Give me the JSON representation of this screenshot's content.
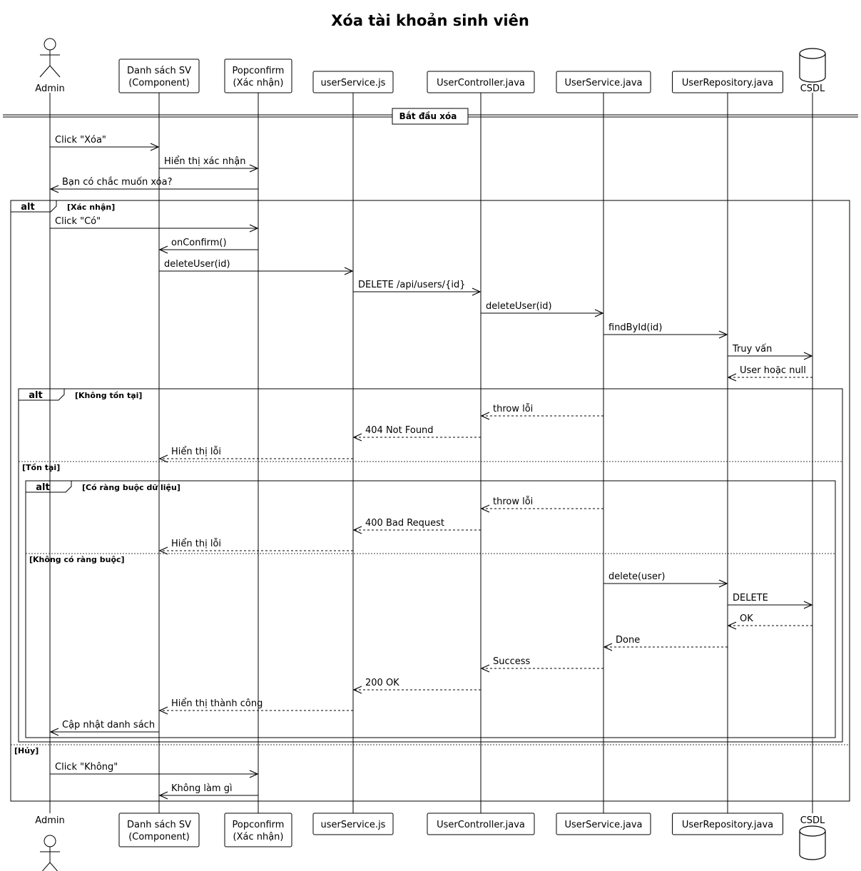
{
  "title": "Xóa tài khoản sinh viên",
  "participants": [
    {
      "kind": "actor",
      "lines": [
        "Admin"
      ]
    },
    {
      "kind": "box",
      "lines": [
        "Danh sách SV",
        "(Component)"
      ]
    },
    {
      "kind": "box",
      "lines": [
        "Popconfirm",
        "(Xác nhận)"
      ]
    },
    {
      "kind": "box",
      "lines": [
        "userService.js"
      ]
    },
    {
      "kind": "box",
      "lines": [
        "UserController.java"
      ]
    },
    {
      "kind": "box",
      "lines": [
        "UserService.java"
      ]
    },
    {
      "kind": "box",
      "lines": [
        "UserRepository.java"
      ]
    },
    {
      "kind": "database",
      "lines": [
        "CSDL"
      ]
    }
  ],
  "divider": "Bắt đầu xóa",
  "messages": [
    {
      "from": 0,
      "to": 1,
      "text": "Click \"Xóa\"",
      "dashed": false
    },
    {
      "from": 1,
      "to": 2,
      "text": "Hiển thị xác nhận",
      "dashed": false
    },
    {
      "from": 2,
      "to": 0,
      "text": "Bạn có chắc muốn xóa?",
      "dashed": false
    },
    {
      "from": 0,
      "to": 2,
      "text": "Click \"Có\"",
      "dashed": false
    },
    {
      "from": 2,
      "to": 1,
      "text": "onConfirm()",
      "dashed": false
    },
    {
      "from": 1,
      "to": 3,
      "text": "deleteUser(id)",
      "dashed": false
    },
    {
      "from": 3,
      "to": 4,
      "text": "DELETE /api/users/{id}",
      "dashed": false
    },
    {
      "from": 4,
      "to": 5,
      "text": "deleteUser(id)",
      "dashed": false
    },
    {
      "from": 5,
      "to": 6,
      "text": "findById(id)",
      "dashed": false
    },
    {
      "from": 6,
      "to": 7,
      "text": "Truy vấn",
      "dashed": false
    },
    {
      "from": 7,
      "to": 6,
      "text": "User hoặc null",
      "dashed": true
    },
    {
      "from": 5,
      "to": 4,
      "text": "throw lỗi",
      "dashed": true
    },
    {
      "from": 4,
      "to": 3,
      "text": "404 Not Found",
      "dashed": true
    },
    {
      "from": 3,
      "to": 1,
      "text": "Hiển thị lỗi",
      "dashed": true
    },
    {
      "from": 5,
      "to": 4,
      "text": "throw lỗi",
      "dashed": true
    },
    {
      "from": 4,
      "to": 3,
      "text": "400 Bad Request",
      "dashed": true
    },
    {
      "from": 3,
      "to": 1,
      "text": "Hiển thị lỗi",
      "dashed": true
    },
    {
      "from": 5,
      "to": 6,
      "text": "delete(user)",
      "dashed": false
    },
    {
      "from": 6,
      "to": 7,
      "text": "DELETE",
      "dashed": false
    },
    {
      "from": 7,
      "to": 6,
      "text": "OK",
      "dashed": true
    },
    {
      "from": 6,
      "to": 5,
      "text": "Done",
      "dashed": true
    },
    {
      "from": 5,
      "to": 4,
      "text": "Success",
      "dashed": true
    },
    {
      "from": 4,
      "to": 3,
      "text": "200 OK",
      "dashed": true
    },
    {
      "from": 3,
      "to": 1,
      "text": "Hiển thị thành công",
      "dashed": true
    },
    {
      "from": 1,
      "to": 0,
      "text": "Cập nhật danh sách",
      "dashed": false
    },
    {
      "from": 0,
      "to": 2,
      "text": "Click \"Không\"",
      "dashed": false
    },
    {
      "from": 2,
      "to": 1,
      "text": "Không làm gì",
      "dashed": false
    }
  ],
  "fragments": [
    {
      "operator": "alt",
      "guard": "[Xác nhận]",
      "else_guard": "[Hủy]"
    },
    {
      "operator": "alt",
      "guard": "[Không tồn tại]",
      "else_guard": "[Tồn tại]"
    },
    {
      "operator": "alt",
      "guard": "[Có ràng buộc dữ liệu]",
      "else_guard": "[Không có ràng buộc]"
    }
  ]
}
